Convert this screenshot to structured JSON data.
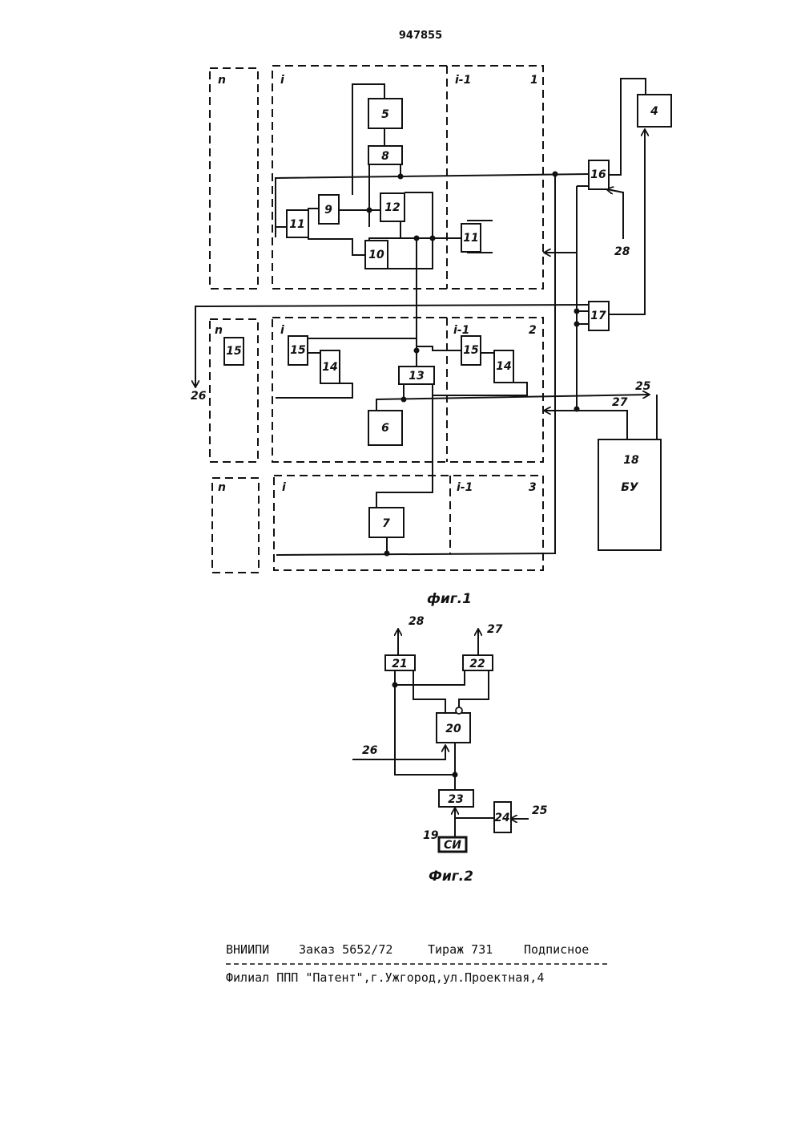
{
  "patent_number": "947855",
  "figure1": {
    "caption": "фиг.1",
    "section_labels": {
      "top_n": "n",
      "top_i": "i",
      "top_i_minus_1": "i-1",
      "top_num": "1",
      "mid_n": "n",
      "mid_i": "i",
      "mid_i_minus_1": "i-1",
      "mid_num": "2",
      "bot_n": "n",
      "bot_i": "i",
      "bot_i_minus_1": "i-1",
      "bot_num": "3"
    },
    "blocks": {
      "b4": "4",
      "b5": "5",
      "b6": "6",
      "b7": "7",
      "b8": "8",
      "b9": "9",
      "b10": "10",
      "b11a": "11",
      "b11b": "11",
      "b12": "12",
      "b13": "13",
      "b14a": "14",
      "b14b": "14",
      "b15a": "15",
      "b15b": "15",
      "b15c": "15",
      "b16": "16",
      "b17": "17",
      "b18": "18",
      "b18_text": "БУ"
    },
    "line_labels": {
      "l25": "25",
      "l26": "26",
      "l27": "27",
      "l28": "28"
    }
  },
  "figure2": {
    "caption": "Фиг.2",
    "blocks": {
      "b19": "СИ",
      "b20": "20",
      "b21": "21",
      "b22": "22",
      "b23": "23",
      "b24": "24"
    },
    "line_labels": {
      "l19": "19",
      "l25": "25",
      "l26": "26",
      "l27": "27",
      "l28": "28"
    }
  },
  "footer": {
    "org": "ВНИИПИ",
    "order": "Заказ 5652/72",
    "print_run": "Тираж 731",
    "subscription": "Подписное",
    "branch": "Филиал ППП \"Патент\",г.Ужгород,ул.Проектная,4"
  }
}
